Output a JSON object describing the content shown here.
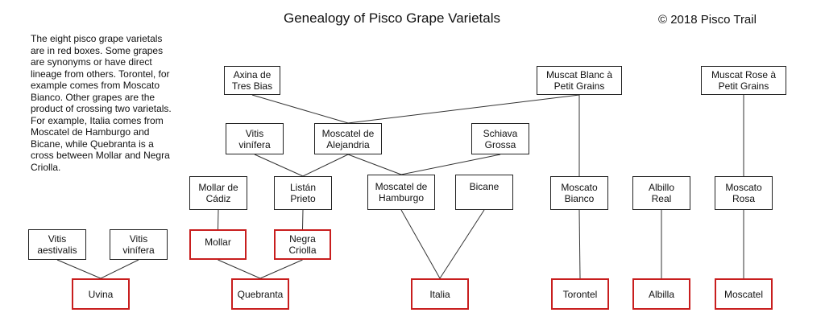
{
  "title": "Genealogy of Pisco Grape Varietals",
  "copyright": "© 2018 Pisco Trail",
  "intro": "The eight pisco grape varietals are in red boxes. Some grapes are synonyms or have direct lineage from others. Torontel, for example comes from Moscato Bianco. Other grapes are the product of crossing two varietals. For example, Italia comes from Moscatel de Hamburgo and Bicane, while Quebranta is a cross between Mollar and Negra Criolla.",
  "nodes": {
    "axina": "Axina de\nTres Bias",
    "muscat_blanc": "Muscat Blanc à\nPetit Grains",
    "muscat_rose": "Muscat Rose à\nPetit Grains",
    "vitis_vinifera_mid": "Vitis\nvinífera",
    "moscatel_alejandria": "Moscatel de\nAlejandria",
    "schiava": "Schiava\nGrossa",
    "mollar_cadiz": "Mollar de\nCádiz",
    "listan": "Listán\nPrieto",
    "moscatel_hamburgo": "Moscatel de\nHamburgo",
    "bicane": "Bicane",
    "moscato_bianco": "Moscato\nBianco",
    "albillo": "Albillo\nReal",
    "moscato_rosa": "Moscato\nRosa",
    "vitis_aestivalis": "Vitis\naestivalis",
    "vitis_vinifera_left": "Vitis\nvinífera",
    "mollar": "Mollar",
    "negra": "Negra\nCriolla",
    "uvina": "Uvina",
    "quebranta": "Quebranta",
    "italia": "Italia",
    "torontel": "Torontel",
    "albilla": "Albilla",
    "moscatel": "Moscatel"
  },
  "pisco_varietals": [
    "mollar",
    "negra",
    "uvina",
    "quebranta",
    "italia",
    "torontel",
    "albilla",
    "moscatel"
  ],
  "edges": [
    [
      "axina",
      "moscatel_alejandria"
    ],
    [
      "muscat_blanc",
      "moscatel_alejandria"
    ],
    [
      "muscat_blanc",
      "moscato_bianco"
    ],
    [
      "muscat_rose",
      "moscato_rosa"
    ],
    [
      "vitis_vinifera_mid",
      "listan"
    ],
    [
      "moscatel_alejandria",
      "listan"
    ],
    [
      "moscatel_alejandria",
      "moscatel_hamburgo"
    ],
    [
      "schiava",
      "moscatel_hamburgo"
    ],
    [
      "mollar_cadiz",
      "mollar"
    ],
    [
      "listan",
      "negra"
    ],
    [
      "moscatel_hamburgo",
      "italia"
    ],
    [
      "bicane",
      "italia"
    ],
    [
      "moscato_bianco",
      "torontel"
    ],
    [
      "albillo",
      "albilla"
    ],
    [
      "moscato_rosa",
      "moscatel"
    ],
    [
      "vitis_aestivalis",
      "uvina"
    ],
    [
      "vitis_vinifera_left",
      "uvina"
    ],
    [
      "mollar",
      "quebranta"
    ],
    [
      "negra",
      "quebranta"
    ]
  ]
}
